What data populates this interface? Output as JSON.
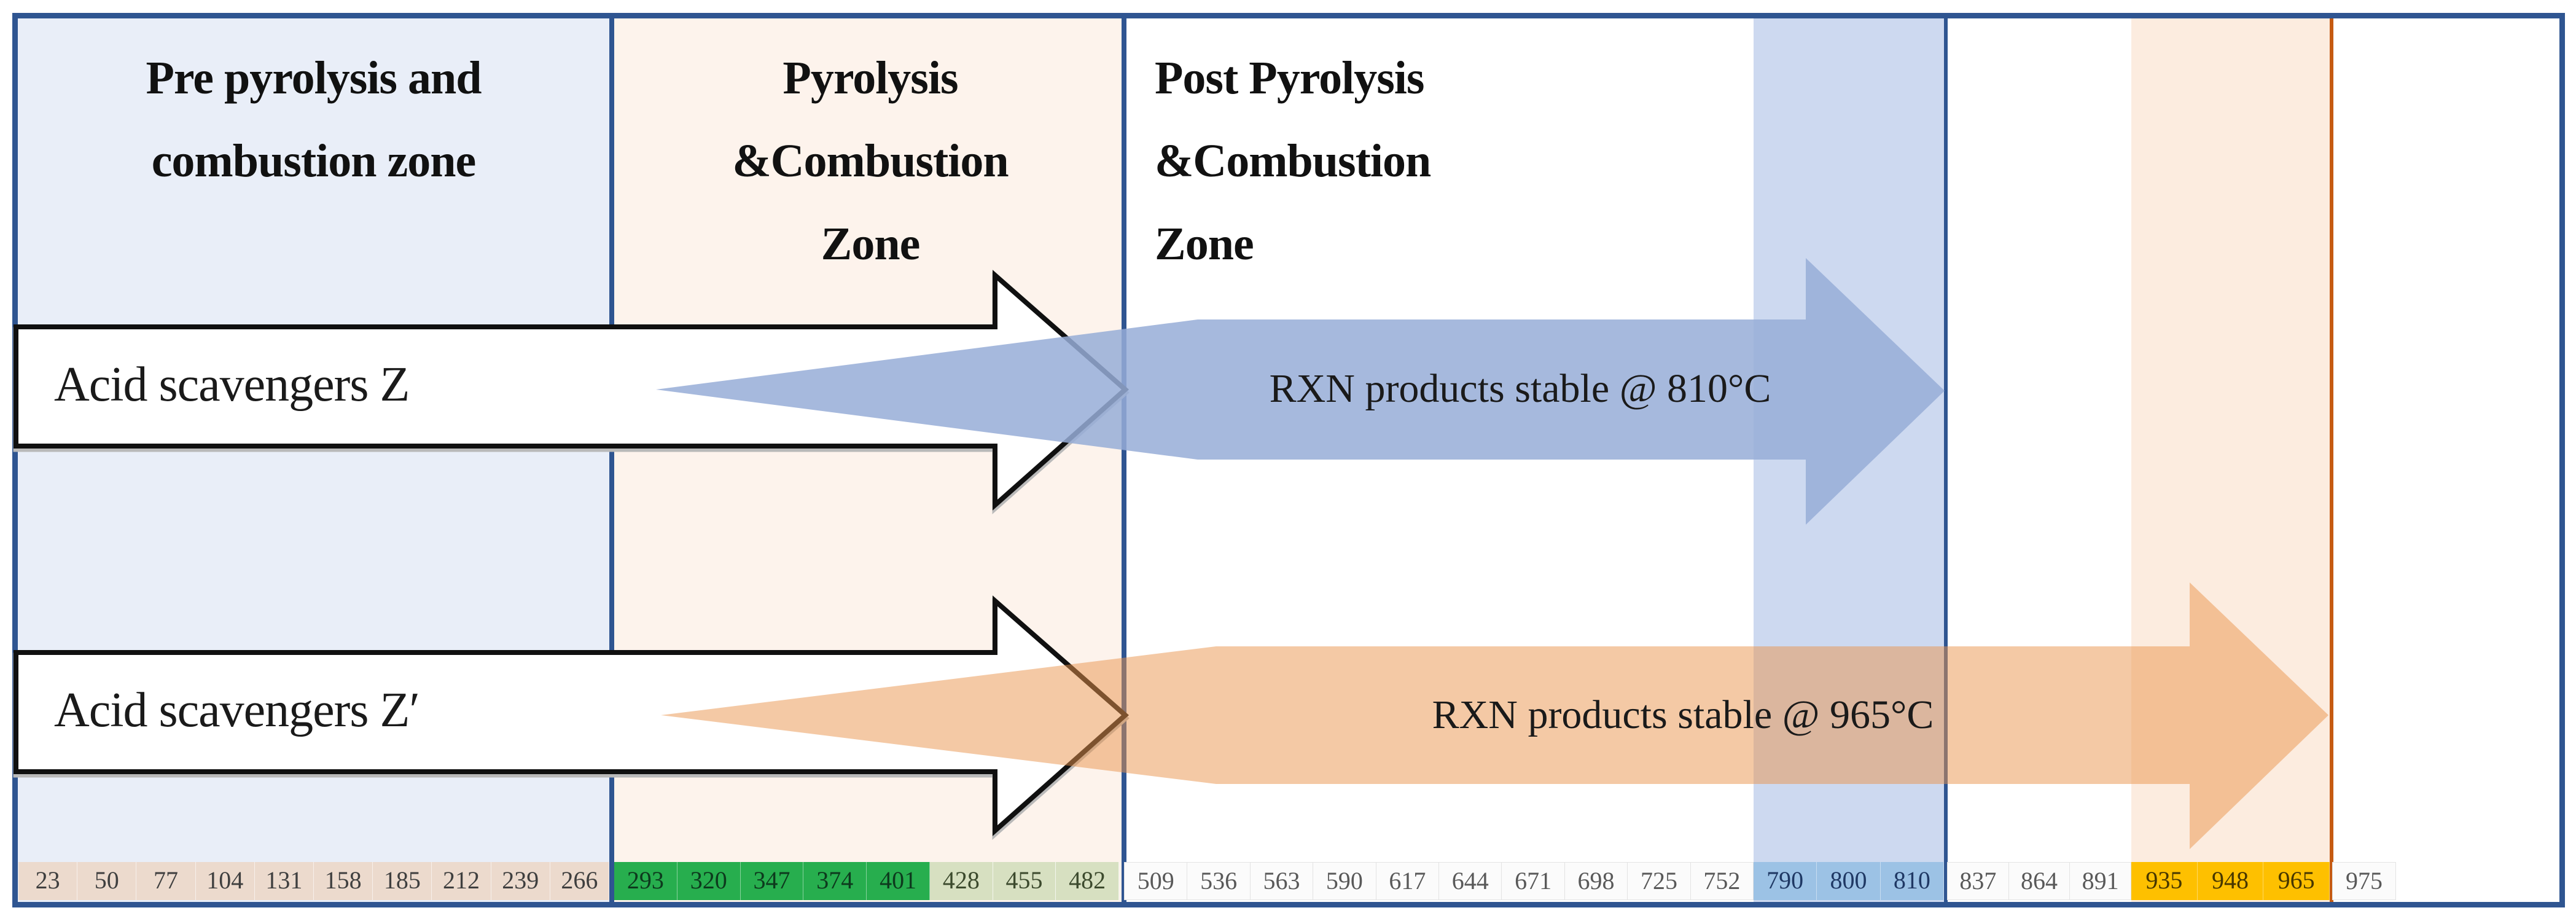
{
  "figure": {
    "zones": [
      {
        "name": "pre-pyrolysis-zone",
        "lines": [
          "Pre pyrolysis and",
          "combustion zone"
        ]
      },
      {
        "name": "pyrolysis-zone",
        "lines": [
          "Pyrolysis",
          "&Combustion",
          "Zone"
        ]
      },
      {
        "name": "post-pyrolysis-zone",
        "lines": [
          "Post Pyrolysis",
          "&Combustion",
          "Zone"
        ]
      }
    ],
    "rows": [
      {
        "label": "Acid scavengers Z",
        "arrow_label": "RXN products stable @ 810°C",
        "arrow_color_key": "blue_arrow"
      },
      {
        "label": "Acid scavengers Z′",
        "arrow_label": "RXN products stable @ 965°C",
        "arrow_color_key": "orange_arrow"
      }
    ],
    "colors": {
      "border_blue": "#2F5591",
      "zone1_fill": "#e9eef8",
      "zone2_fill": "#fdf3ec",
      "blue_band": "#cdd9f0",
      "orange_band": "#fcecdf",
      "orange_line": "#C55A11",
      "blue_arrow": "rgba(150,173,215,0.85)",
      "orange_arrow": "rgba(233,147,75,0.5)",
      "cell_tan": "#ecdacd",
      "cell_green": "#27ae4e",
      "cell_lightgreen": "#d7e0c1",
      "cell_blue": "#9cc2e5",
      "cell_yellow": "#fec000"
    },
    "temperature_scale": {
      "groups": [
        {
          "color_key": "tan",
          "values": [
            23,
            50,
            77,
            104,
            131,
            158,
            185,
            212,
            239,
            266
          ]
        },
        {
          "color_key": "green",
          "values": [
            293,
            320,
            347,
            374,
            401
          ]
        },
        {
          "color_key": "lightgreen",
          "values": [
            428,
            455,
            482
          ]
        },
        {
          "color_key": "white",
          "values": [
            509,
            536,
            563,
            590,
            617,
            644,
            671,
            698,
            725,
            752
          ]
        },
        {
          "color_key": "blue",
          "values": [
            790,
            800,
            810
          ]
        },
        {
          "color_key": "white2",
          "values": [
            837,
            864,
            891
          ]
        },
        {
          "color_key": "yellow",
          "values": [
            935,
            948,
            965
          ]
        },
        {
          "color_key": "white3",
          "values": [
            975
          ]
        }
      ]
    }
  }
}
